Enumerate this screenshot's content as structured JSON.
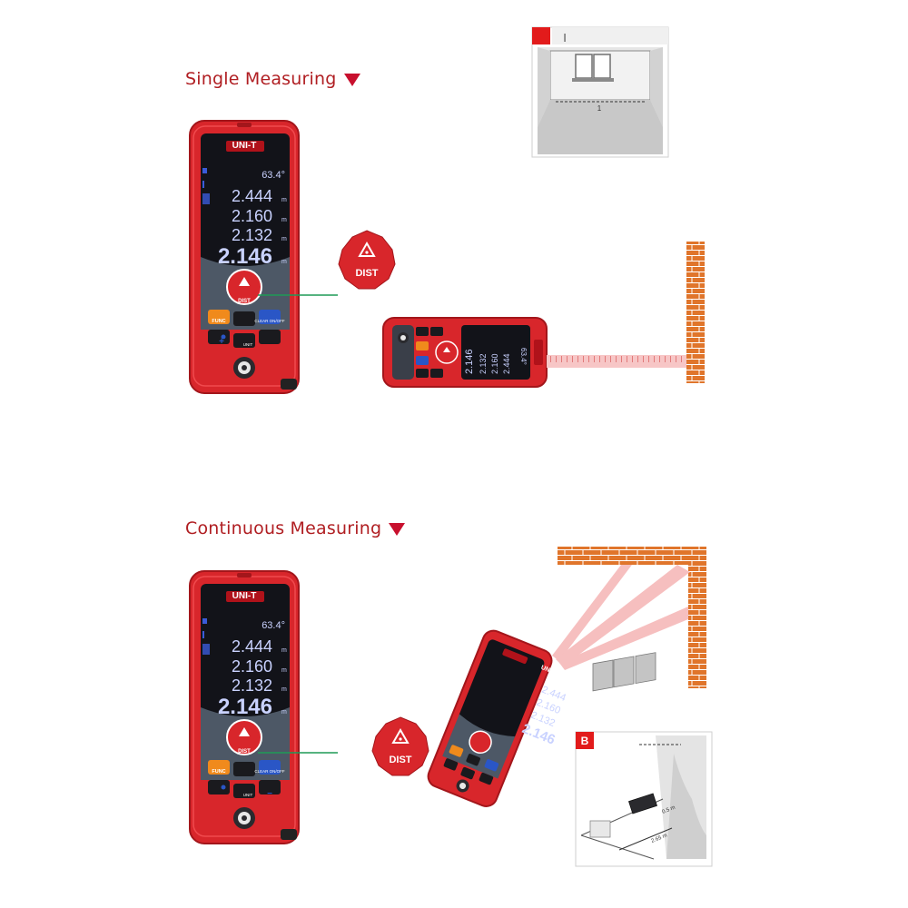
{
  "section_single": {
    "title": "Single Measuring"
  },
  "section_continuous": {
    "title": "Continuous Measuring"
  },
  "device": {
    "brand": "UNI-T",
    "readings": [
      "63.4°",
      "2.444",
      "2.160",
      "2.132",
      "2.146"
    ],
    "unit": "m",
    "keys": {
      "dist": "DIST",
      "func": "FUNC",
      "clear": "CLEAR ON/OFF",
      "unit": "UNIT",
      "plus": "+",
      "minus": "−"
    }
  },
  "dist_badge": {
    "label": "DIST"
  },
  "inset_room": {
    "tag": "I",
    "label": "1"
  },
  "inset_3d": {
    "tag": "B",
    "dim_short": "0.5 m",
    "dim_long": "2.65 m"
  },
  "colors": {
    "device_red": "#d8262b",
    "title_red": "#b01e22",
    "brick": "#e0752b",
    "laser": "#f2a2a2",
    "pointer_line": "#1e9a57"
  }
}
